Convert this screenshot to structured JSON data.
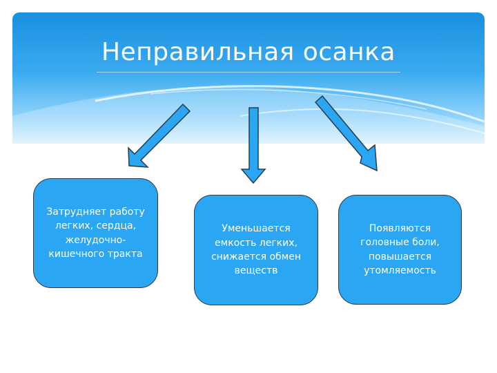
{
  "title": "Неправильная осанка",
  "boxes": [
    {
      "text": "Затрудняет работу легких, сердца, желудочно-кишечного тракта"
    },
    {
      "text": "Уменьшается емкость легких, снижается обмен веществ"
    },
    {
      "text": "Появляются головные боли, повышается утомляемость"
    }
  ],
  "colors": {
    "box_fill": "#2aa6f2",
    "box_border": "#2a3a4a",
    "arrow_fill": "#2aa6f2",
    "banner_top": "#1a8fe0",
    "banner_bottom": "#d8f0fd",
    "title_text": "#ffffff"
  }
}
